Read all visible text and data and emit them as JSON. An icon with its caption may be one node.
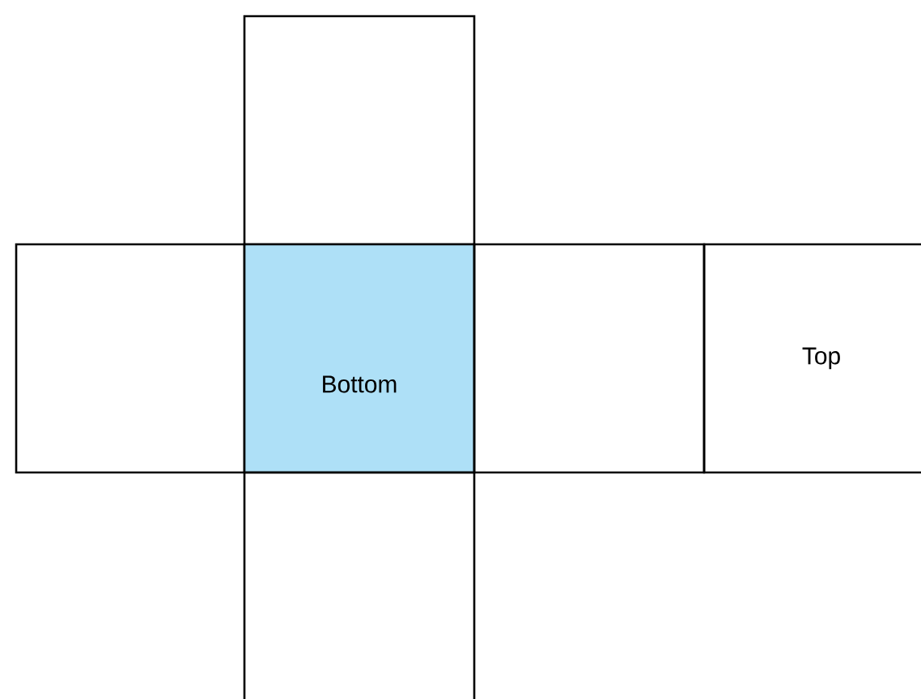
{
  "diagram": {
    "nodes": [
      {
        "text": [],
        "shape": "box"
      },
      {
        "text": [],
        "shape": "box"
      },
      {
        "text": [
          "Bottom"
        ]
      },
      {
        "text": [],
        "shape": "box"
      },
      {
        "text": [
          "Top"
        ]
      },
      {
        "text": [],
        "shape": "box"
      }
    ]
  }
}
